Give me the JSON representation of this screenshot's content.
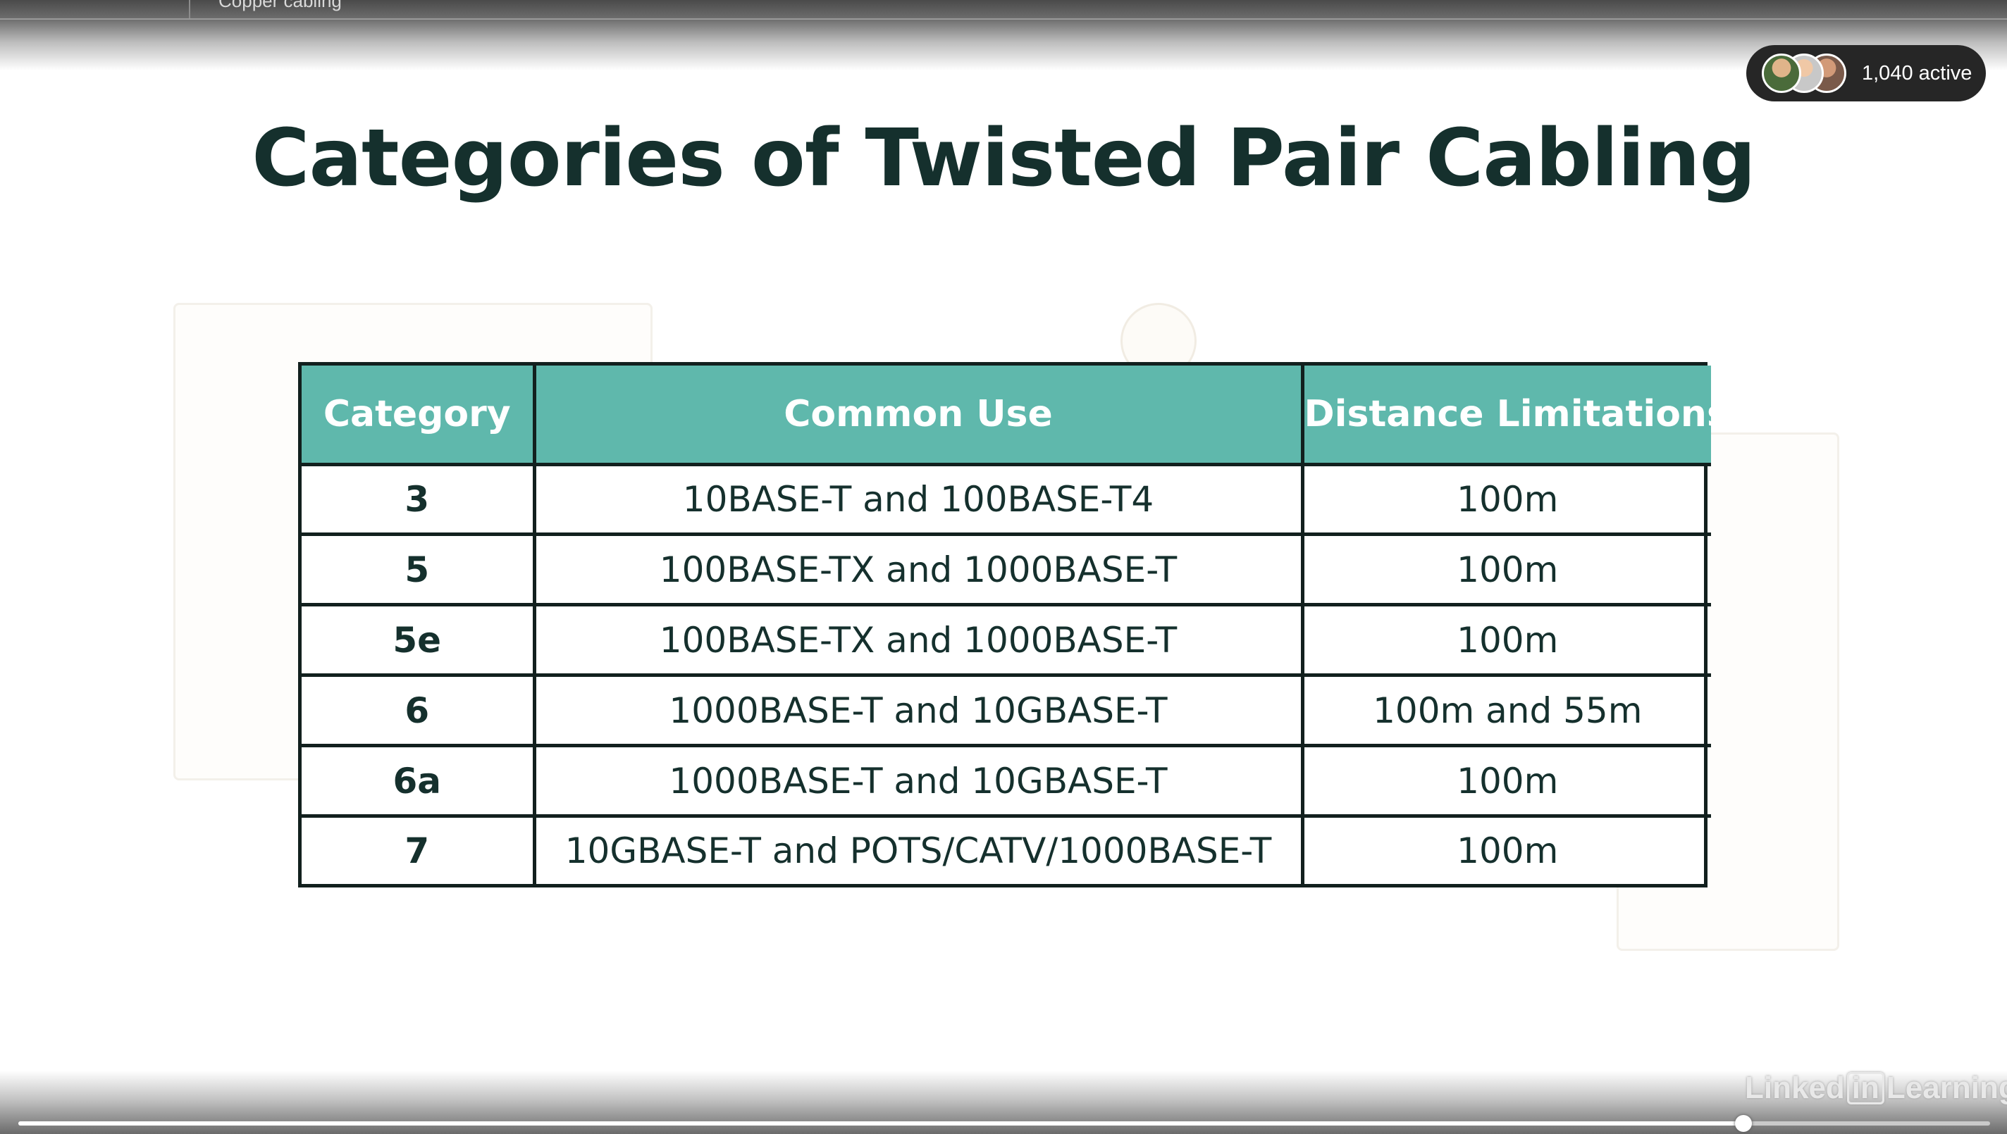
{
  "video": {
    "top_caption": "Copper cabling",
    "active_count": "1,040 active",
    "watermark": {
      "left": "Linked",
      "badge": "in",
      "right": "Learning"
    },
    "progress_fraction": 0.875
  },
  "slide": {
    "title": "Categories of Twisted Pair Cabling",
    "table": {
      "headers": [
        "Category",
        "Common Use",
        "Distance Limitations"
      ],
      "rows": [
        {
          "category": "3",
          "use": "10BASE-T and 100BASE-T4",
          "distance": "100m"
        },
        {
          "category": "5",
          "use": "100BASE-TX and 1000BASE-T",
          "distance": "100m"
        },
        {
          "category": "5e",
          "use": "100BASE-TX and 1000BASE-T",
          "distance": "100m"
        },
        {
          "category": "6",
          "use": "1000BASE-T and 10GBASE-T",
          "distance": "100m and 55m"
        },
        {
          "category": "6a",
          "use": "1000BASE-T and 10GBASE-T",
          "distance": "100m"
        },
        {
          "category": "7",
          "use": "10GBASE-T and POTS/CATV/1000BASE-T",
          "distance": "100m"
        }
      ]
    }
  },
  "colors": {
    "header_teal": "#5fb8ac",
    "title_text": "#15302d",
    "table_border": "#12201e"
  }
}
